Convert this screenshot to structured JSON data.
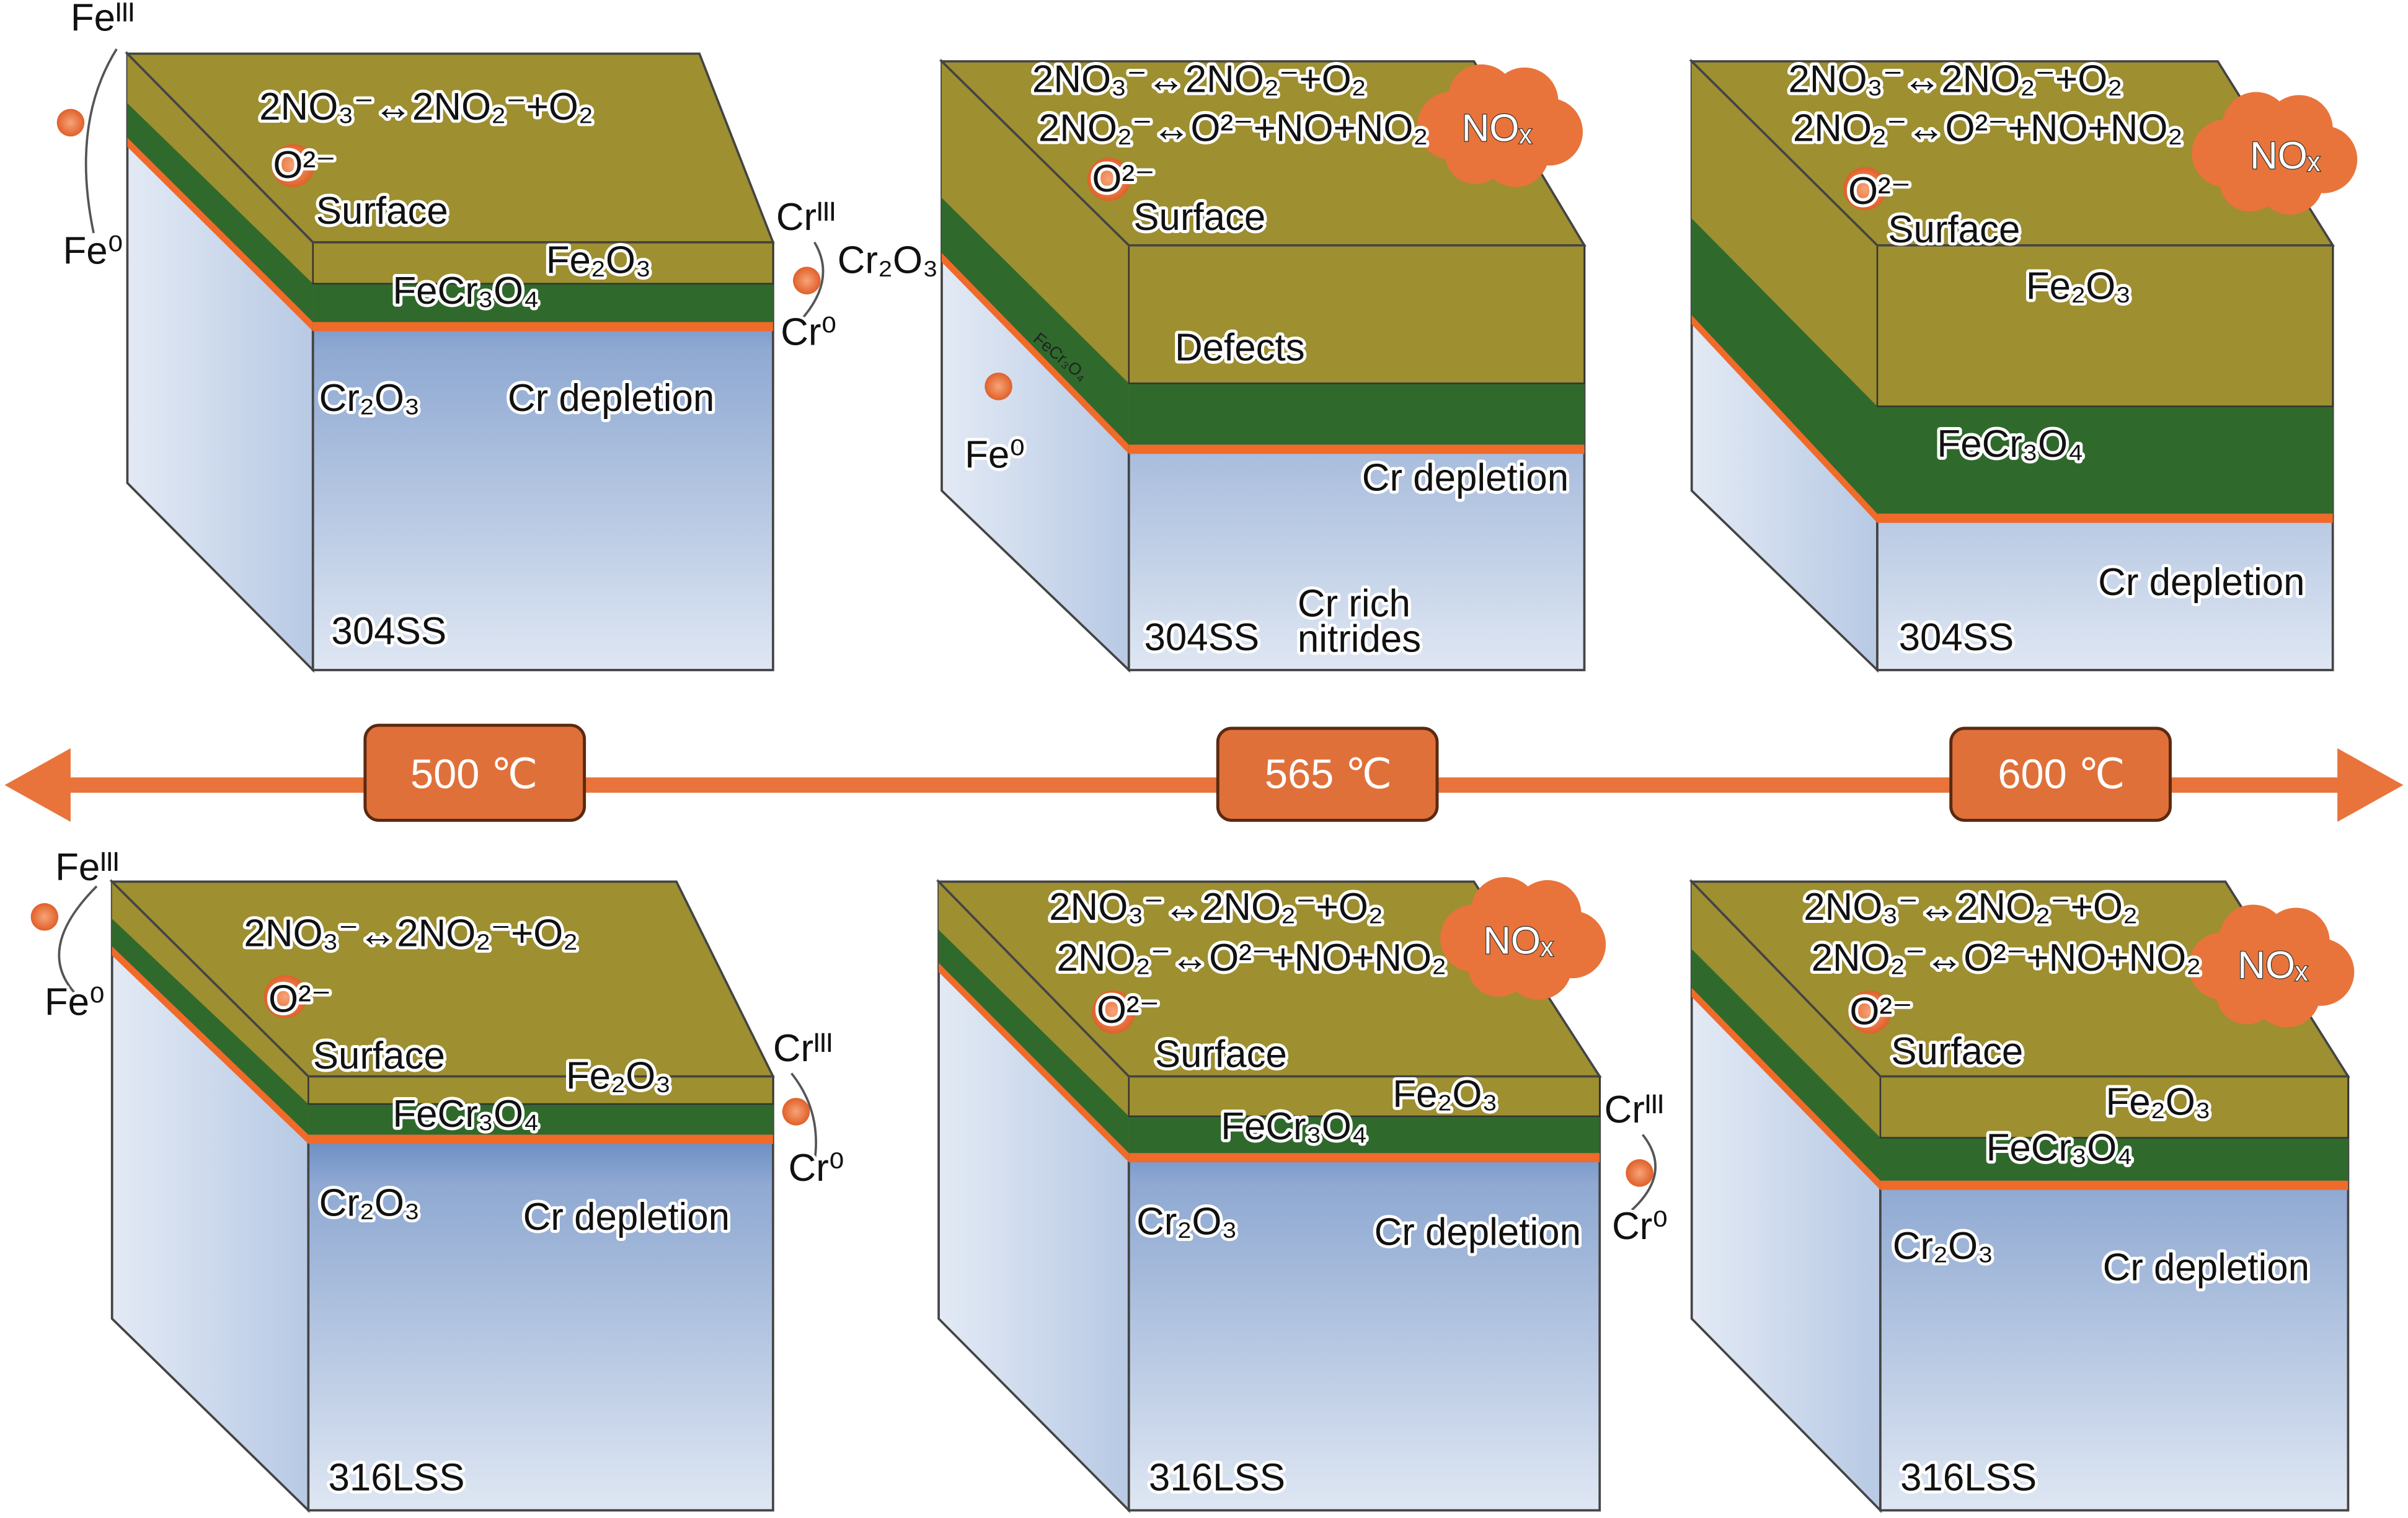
{
  "temperatures": [
    "500 ℃",
    "565 ℃",
    "600 ℃"
  ],
  "colors": {
    "arrow": "#e8743b",
    "olive": "#9e8f30",
    "green": "#2f6a2c",
    "orange": "#f06a2a",
    "steel_top": "#3a68b0",
    "steel_bottom": "#dbe5f2"
  },
  "blocks": [
    {
      "alloy": "304SS",
      "reaction1": "2NO₃⁻↔2NO₂⁻+O₂",
      "o2": "O²⁻",
      "surface": "Surface",
      "fe2o3": "Fe₂O₃",
      "fecr": "FeCr₃O₄",
      "cr2o3": "Cr₂O₃",
      "crdep": "Cr depletion",
      "fe3": "Feᴵᴵᴵ",
      "fe0": "Fe⁰",
      "cr3": "Crᴵᴵᴵ",
      "cr0": "Cr⁰",
      "cr2o3_side": "Cr₂O₃"
    },
    {
      "alloy": "304SS",
      "reaction1": "2NO₃⁻↔2NO₂⁻+O₂",
      "reaction2": "2NO₂⁻↔O²⁻+NO+NO₂",
      "nox": "NOₓ",
      "o2": "O²⁻",
      "surface": "Surface",
      "defects": "Defects",
      "fe0": "Fe⁰",
      "fecr": "FeCr₃O₄",
      "crdep": "Cr depletion",
      "crrich1": "Cr rich",
      "crrich2": "nitrides"
    },
    {
      "alloy": "304SS",
      "reaction1": "2NO₃⁻↔2NO₂⁻+O₂",
      "reaction2": "2NO₂⁻↔O²⁻+NO+NO₂",
      "nox": "NOₓ",
      "o2": "O²⁻",
      "surface": "Surface",
      "fe2o3": "Fe₂O₃",
      "fecr": "FeCr₃O₄",
      "crdep": "Cr depletion"
    },
    {
      "alloy": "316LSS",
      "reaction1": "2NO₃⁻↔2NO₂⁻+O₂",
      "o2": "O²⁻",
      "surface": "Surface",
      "fe2o3": "Fe₂O₃",
      "fecr": "FeCr₃O₄",
      "cr2o3": "Cr₂O₃",
      "crdep": "Cr depletion",
      "fe3": "Feᴵᴵᴵ",
      "fe0": "Fe⁰",
      "cr3": "Crᴵᴵᴵ",
      "cr0": "Cr⁰"
    },
    {
      "alloy": "316LSS",
      "reaction1": "2NO₃⁻↔2NO₂⁻+O₂",
      "reaction2": "2NO₂⁻↔O²⁻+NO+NO₂",
      "nox": "NOₓ",
      "o2": "O²⁻",
      "surface": "Surface",
      "fe2o3": "Fe₂O₃",
      "fecr": "FeCr₃O₄",
      "cr2o3": "Cr₂O₃",
      "crdep": "Cr depletion",
      "cr3": "Crᴵᴵᴵ",
      "cr0": "Cr⁰"
    },
    {
      "alloy": "316LSS",
      "reaction1": "2NO₃⁻↔2NO₂⁻+O₂",
      "reaction2": "2NO₂⁻↔O²⁻+NO+NO₂",
      "nox": "NOₓ",
      "o2": "O²⁻",
      "surface": "Surface",
      "fe2o3": "Fe₂O₃",
      "fecr": "FeCr₃O₄",
      "cr2o3": "Cr₂O₃",
      "crdep": "Cr depletion"
    }
  ]
}
